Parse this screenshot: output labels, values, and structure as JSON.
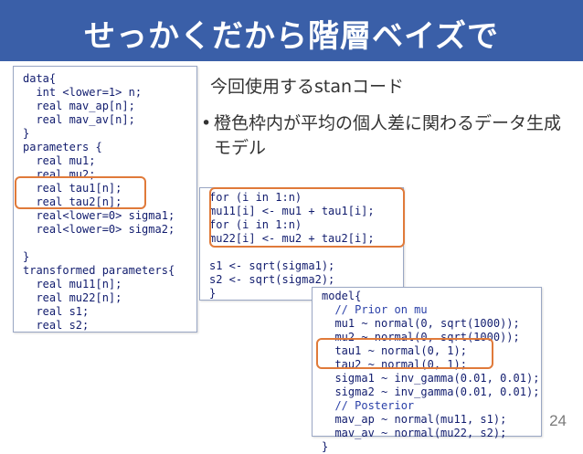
{
  "slide_title": "せっかくだから階層ベイズで",
  "heading": "今回使用するstanコード",
  "bullet_symbol": "•",
  "bullet_text": "橙色枠内が平均の個人差に関わるデータ生成モデル",
  "page_number": "24",
  "highlight_color": "#e07a3a",
  "code_panel_1": {
    "lines": [
      "data{",
      "  int <lower=1> n;",
      "  real mav_ap[n];",
      "  real mav_av[n];",
      "}",
      "parameters {",
      "  real mu1;",
      "  real mu2;",
      "  real tau1[n];",
      "  real tau2[n];",
      "  real<lower=0> sigma1;",
      "  real<lower=0> sigma2;",
      "",
      "}",
      "transformed parameters{",
      "  real mu11[n];",
      "  real mu22[n];",
      "  real s1;",
      "  real s2;"
    ]
  },
  "code_panel_2": {
    "lines": [
      "for (i in 1:n)",
      "mu11[i] <- mu1 + tau1[i];",
      "for (i in 1:n)",
      "mu22[i] <- mu2 + tau2[i];",
      "",
      "s1 <- sqrt(sigma1);",
      "s2 <- sqrt(sigma2);",
      "}"
    ]
  },
  "code_panel_3": {
    "lines": [
      "model{",
      "  // Prior on mu",
      "  mu1 ~ normal(0, sqrt(1000));",
      "  mu2 ~ normal(0, sqrt(1000));",
      "  tau1 ~ normal(0, 1);",
      "  tau2 ~ normal(0, 1);",
      "  sigma1 ~ inv_gamma(0.01, 0.01);",
      "  sigma2 ~ inv_gamma(0.01, 0.01);",
      "  // Posterior",
      "  mav_ap ~ normal(mu11, s1);",
      "  mav_av ~ normal(mu22, s2);",
      "}"
    ]
  }
}
